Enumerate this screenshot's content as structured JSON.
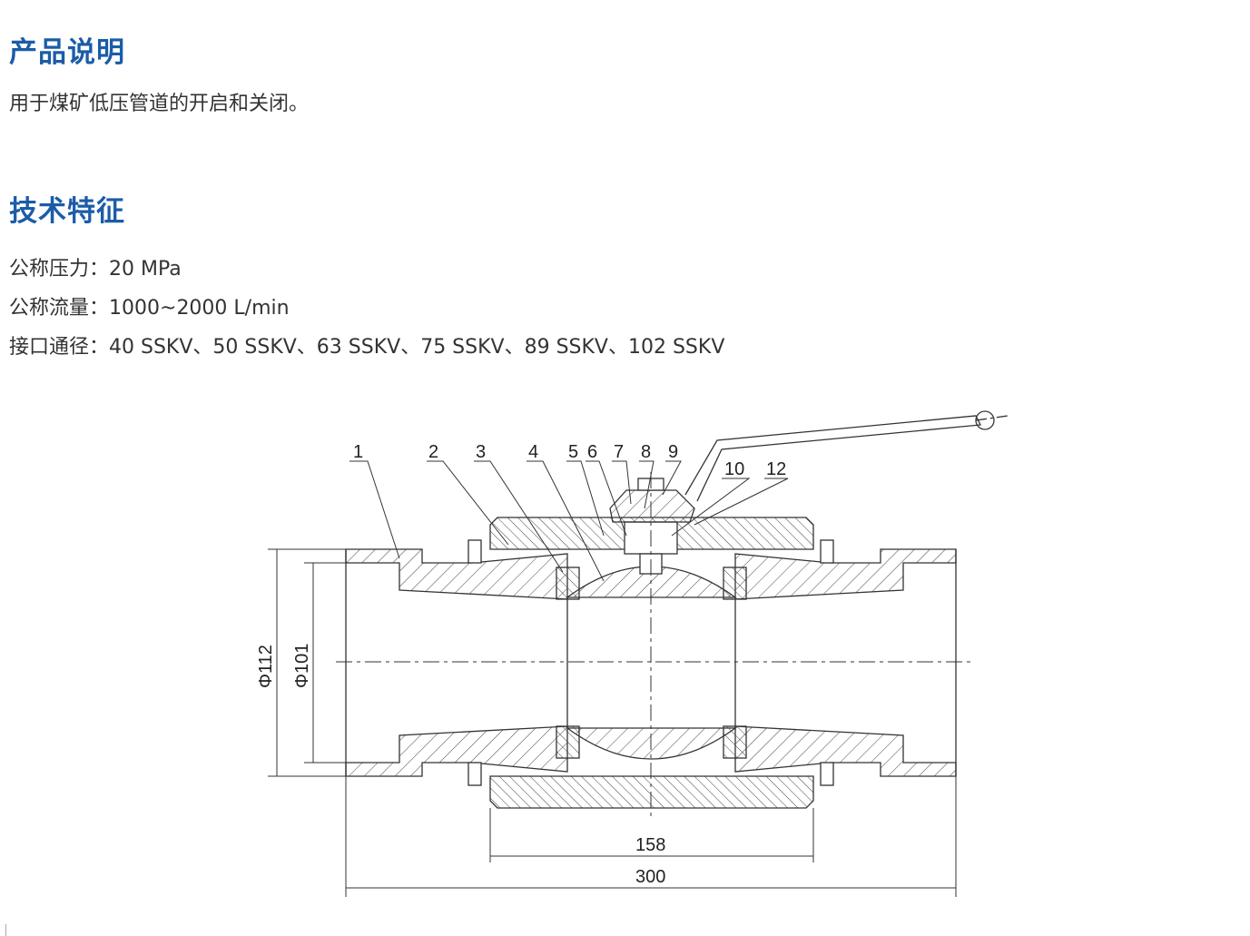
{
  "sections": {
    "description": {
      "title": "产品说明",
      "text": "用于煤矿低压管道的开启和关闭。"
    },
    "features": {
      "title": "技术特征",
      "items": [
        {
          "label": "公称压力：",
          "value": "20 MPa"
        },
        {
          "label": "公称流量：",
          "value": "1000~2000 L/min"
        },
        {
          "label": "接口通径：",
          "value": "40 SSKV、50 SSKV、63 SSKV、75 SSKV、89 SSKV、102 SSKV"
        }
      ]
    }
  },
  "drawing": {
    "part_numbers": [
      "1",
      "2",
      "3",
      "4",
      "5",
      "6",
      "7",
      "8",
      "9",
      "10",
      "12"
    ],
    "dimensions": {
      "outer_diameter": "Φ112",
      "inner_diameter": "Φ101",
      "body_length": "158",
      "total_length": "300"
    }
  },
  "colors": {
    "heading": "#1b5ca8",
    "text": "#333333"
  }
}
